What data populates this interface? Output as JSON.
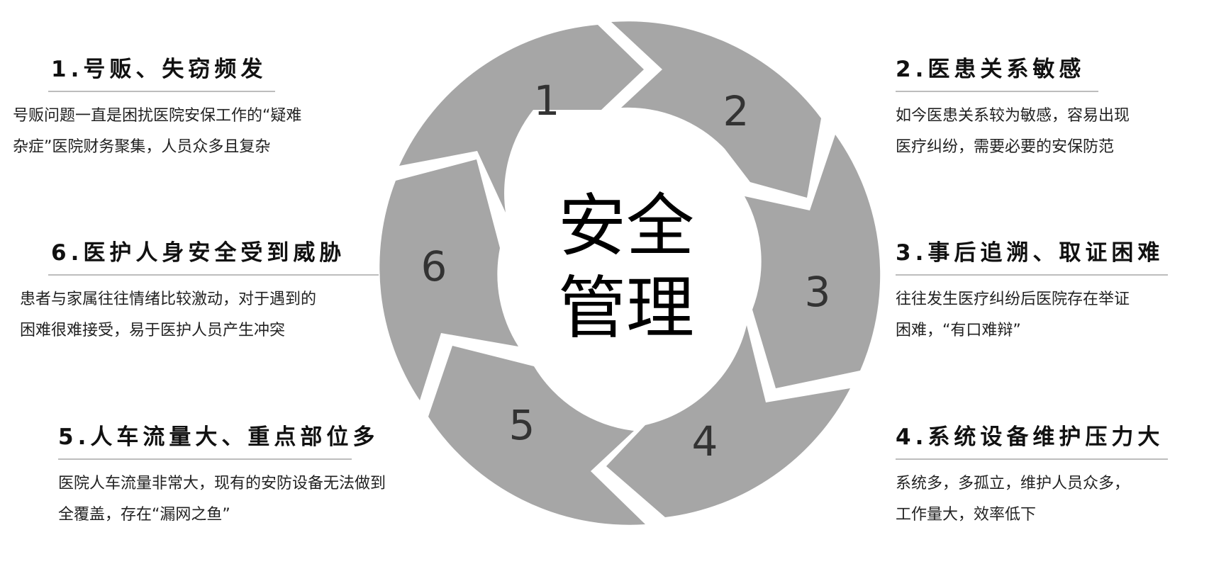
{
  "diagram": {
    "center_title_line1": "安全",
    "center_title_line2": "管理",
    "segment_color": "#a6a6a6",
    "segments": [
      {
        "number": "1"
      },
      {
        "number": "2"
      },
      {
        "number": "3"
      },
      {
        "number": "4"
      },
      {
        "number": "5"
      },
      {
        "number": "6"
      }
    ]
  },
  "items": [
    {
      "title": "1.号贩、失窃频发",
      "desc_line1": "号贩问题一直是困扰医院安保工作的“疑难",
      "desc_line2": "杂症”医院财务聚集，人员众多且复杂"
    },
    {
      "title": "2.医患关系敏感",
      "desc_line1": "如今医患关系较为敏感，容易出现",
      "desc_line2": "医疗纠纷，需要必要的安保防范"
    },
    {
      "title": "3.事后追溯、取证困难",
      "desc_line1": "往往发生医疗纠纷后医院存在举证",
      "desc_line2": "困难，“有口难辩”"
    },
    {
      "title": "4.系统设备维护压力大",
      "desc_line1": "系统多，多孤立，维护人员众多，",
      "desc_line2": "工作量大，效率低下"
    },
    {
      "title": "5.人车流量大、重点部位多",
      "desc_line1": "医院人车流量非常大，现有的安防设备无法做到",
      "desc_line2": "全覆盖，存在“漏网之鱼”"
    },
    {
      "title": "6.医护人身安全受到威胁",
      "desc_line1": "患者与家属往往情绪比较激动，对于遇到的",
      "desc_line2": "困难很难接受，易于医护人员产生冲突"
    }
  ]
}
